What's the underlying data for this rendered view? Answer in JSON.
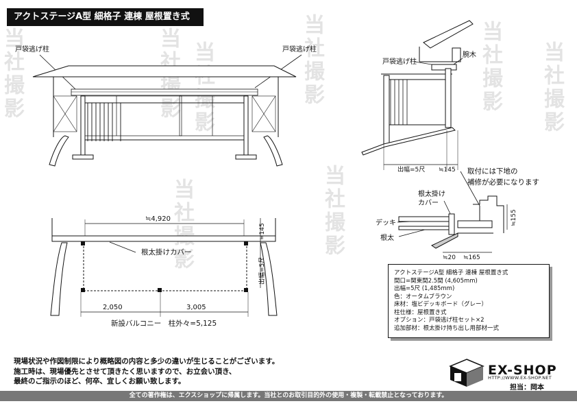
{
  "title": "アクトステージA型 細格子 連棟 屋根置き式",
  "watermark_glyphs": [
    "当",
    "社",
    "撮",
    "影"
  ],
  "front_view": {
    "label_left_post": "戸袋逃げ柱",
    "label_right_post": "戸袋逃げ柱"
  },
  "side_view": {
    "label_post": "戸袋逃げ柱",
    "label_arm": "腕木",
    "depth_label": "出幅=5尺",
    "offset_label": "≒145"
  },
  "detail": {
    "note": [
      "取付には下地の",
      "補修が必要になります"
    ],
    "cover_label": [
      "根太掛け",
      "カバー"
    ],
    "deck_label": "デッキ",
    "joist_label": "根太",
    "dim_20": "≒20",
    "dim_165": "≒165",
    "dim_155": "≒155"
  },
  "plan_view": {
    "top_dim": "≒4,920",
    "cover_label": "根太掛けカバー",
    "side_dim_145": "≒145",
    "side_depth": "出幅=5尺",
    "dim_left": "2,050",
    "dim_right": "3,005",
    "caption": "新設バルコニー　柱外々=5,125"
  },
  "spec": [
    "アクトステージA型 細格子 連棟 屋根置き式",
    "間口=関東間2.5間 (4,605mm)",
    "出幅=5尺 (1,485mm)",
    "色：オータムブラウン",
    "床材：塩ビデッキボード（グレー）",
    "柱仕様：屋根置き式",
    "オプション：戸袋逃げ柱セット×2",
    "追加部材：根太掛け持ち出し用部材一式"
  ],
  "notes": [
    "現場状況や作図制限により概略図の内容と多少の違いが生じることがございます。",
    "施工時は、現場優先とさせて頂きたく思いますので、お立会い頂き、",
    "最終のご指示のほど、何卒、宜しくお願い致します。"
  ],
  "footer": "全ての著作権は、エクスショップに帰属します。当社とのお取引目的外の使用・複製・転載禁止となっております。",
  "brand": "EX-SHOP",
  "url": "HTTP://WWW.EX-SHOP.NET",
  "staff": "担当：岡本"
}
